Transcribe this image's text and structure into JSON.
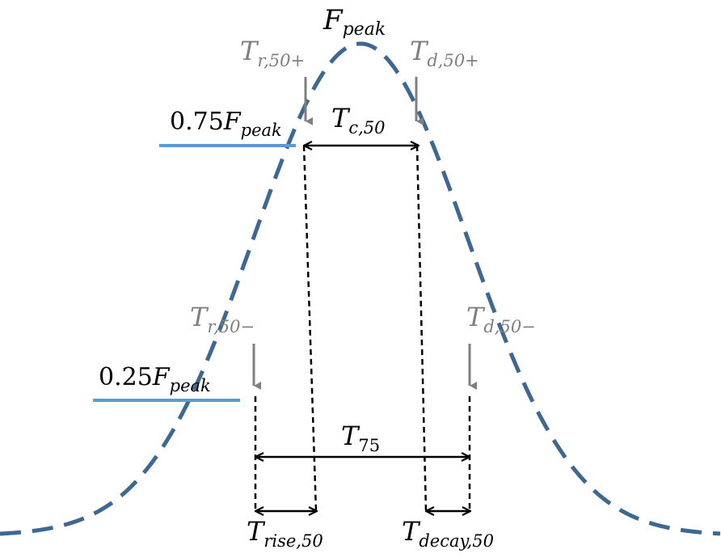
{
  "labels": {
    "f_peak": {
      "main": "F",
      "sub": "peak"
    },
    "t_r50_plus": {
      "main": "T",
      "sub": "r,50+"
    },
    "t_d50_plus": {
      "main": "T",
      "sub": "d,50+"
    },
    "t_c50": {
      "main": "T",
      "sub": "c,50"
    },
    "level_075": {
      "prefix": "0.75",
      "main": "F",
      "sub": "peak"
    },
    "t_r50_minus": {
      "main": "T",
      "sub": "r,50−"
    },
    "t_d50_minus": {
      "main": "T",
      "sub": "d,50−"
    },
    "level_025": {
      "prefix": "0.25",
      "main": "F",
      "sub": "peak"
    },
    "t_75": {
      "main": "T",
      "sub": "75"
    },
    "t_rise50": {
      "main": "T",
      "sub": "rise,50"
    },
    "t_decay50": {
      "main": "T",
      "sub": "decay,50"
    }
  },
  "colors": {
    "curve": "#3c6893",
    "level_line": "#5b9bd5",
    "marker": "#7f7f7f",
    "arrow": "#000000"
  }
}
